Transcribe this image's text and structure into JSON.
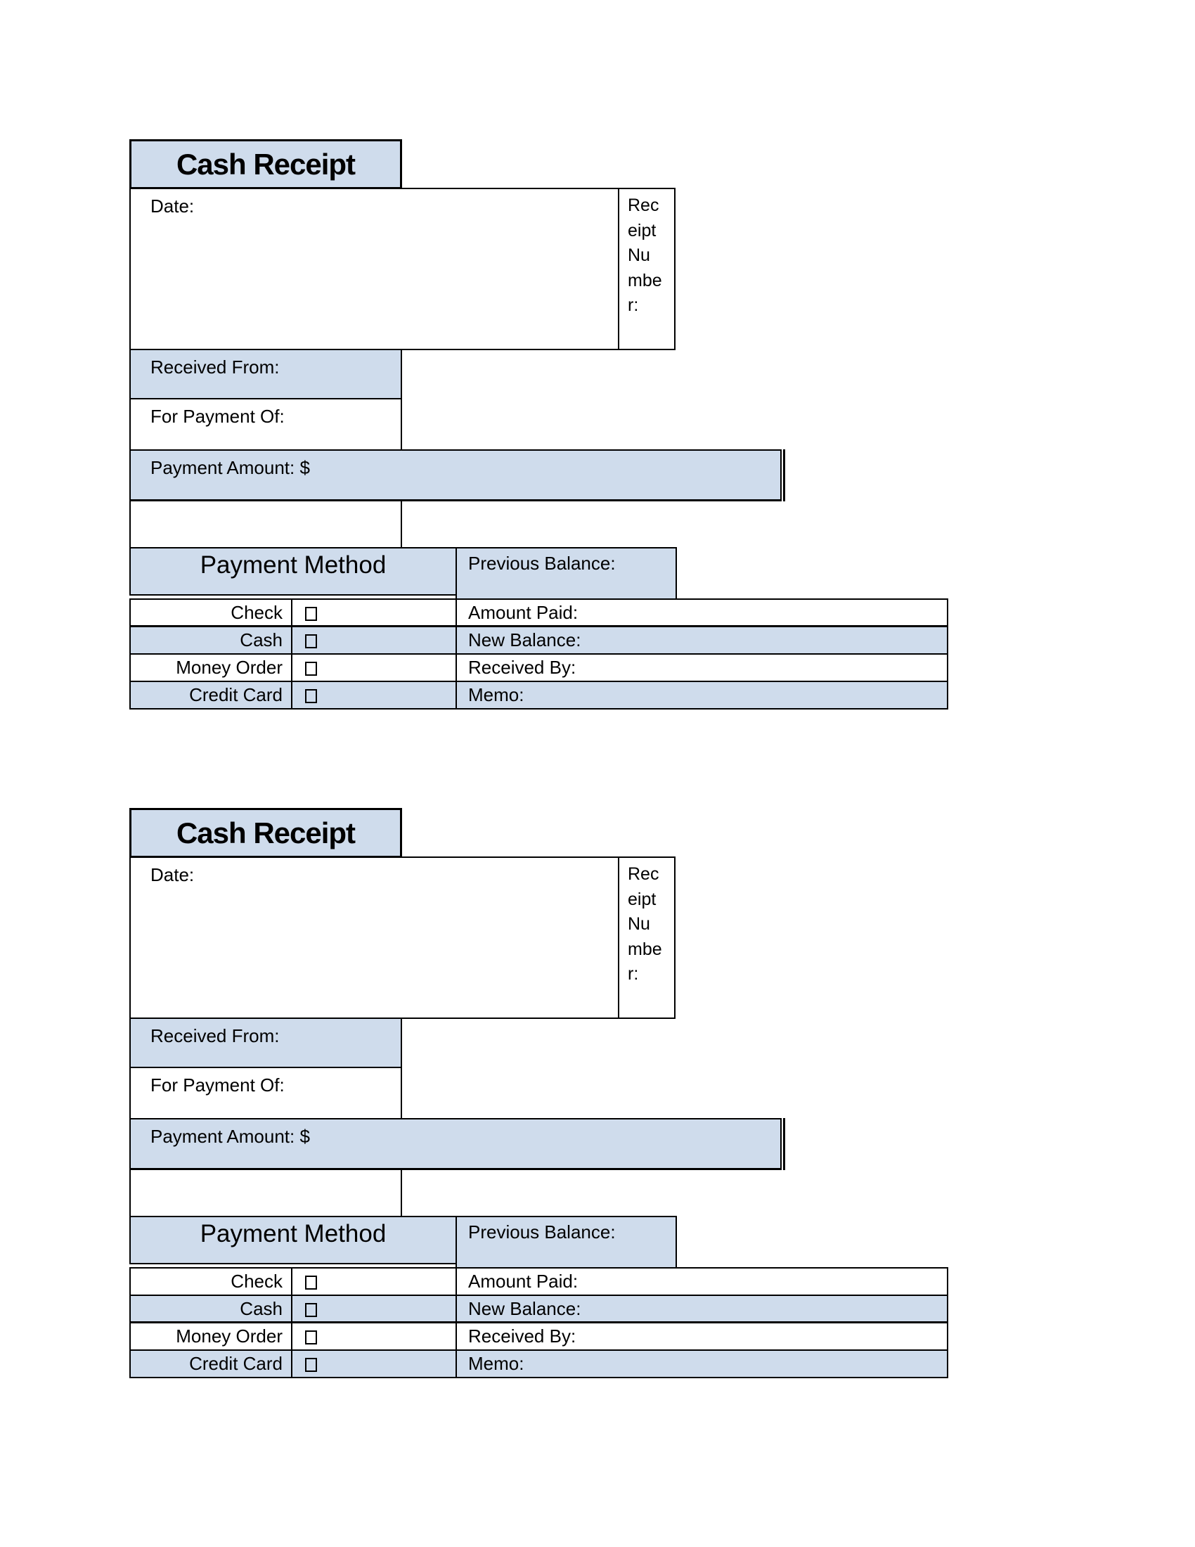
{
  "document": {
    "type": "cash-receipt-template",
    "page_background": "#ffffff"
  },
  "colors": {
    "accent_fill": "#cfdcec",
    "border": "#000000",
    "text": "#000000"
  },
  "receipts": [
    {
      "title": "Cash Receipt",
      "date_label": "Date:",
      "date_value": "",
      "receipt_number_label": "Receipt Number:",
      "receipt_number_value": "",
      "received_from_label": "Received From:",
      "for_payment_of_label": "For Payment Of:",
      "payment_amount_label": "Payment Amount: $",
      "payment_method_title": "Payment Method",
      "previous_balance_label": "Previous Balance:",
      "methods": [
        {
          "label": "Check",
          "checked": false
        },
        {
          "label": "Cash",
          "checked": false
        },
        {
          "label": "Money Order",
          "checked": false
        },
        {
          "label": "Credit Card",
          "checked": false
        }
      ],
      "detail_rows": [
        "Amount Paid:",
        "New Balance:",
        "Received By:",
        "Memo:"
      ]
    },
    {
      "title": "Cash Receipt",
      "date_label": "Date:",
      "date_value": "",
      "receipt_number_label": "Receipt Number:",
      "receipt_number_value": "",
      "received_from_label": "Received From:",
      "for_payment_of_label": "For Payment Of:",
      "payment_amount_label": "Payment Amount: $",
      "payment_method_title": "Payment Method",
      "previous_balance_label": "Previous Balance:",
      "methods": [
        {
          "label": "Check",
          "checked": false
        },
        {
          "label": "Cash",
          "checked": false
        },
        {
          "label": "Money Order",
          "checked": false
        },
        {
          "label": "Credit Card",
          "checked": false
        }
      ],
      "detail_rows": [
        "Amount Paid:",
        "New Balance:",
        "Received By:",
        "Memo:"
      ]
    }
  ]
}
